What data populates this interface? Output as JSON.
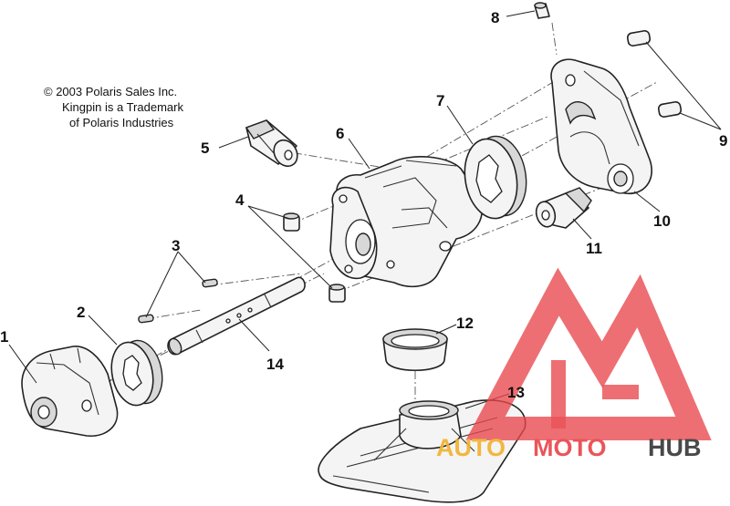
{
  "copyright": {
    "line1": "© 2003 Polaris Sales Inc.",
    "line2": "Kingpin is a Trademark",
    "line3": "of Polaris Industries"
  },
  "callouts": [
    "1",
    "2",
    "3",
    "4",
    "5",
    "6",
    "7",
    "8",
    "9",
    "10",
    "11",
    "12",
    "13",
    "14"
  ],
  "watermark": {
    "part1": "AUTO",
    "part2": "MOTO",
    "part3": "HUB",
    "color_red": "#e8474c",
    "color_gold": "#f2b230",
    "color_dark": "#3a3a3a"
  }
}
